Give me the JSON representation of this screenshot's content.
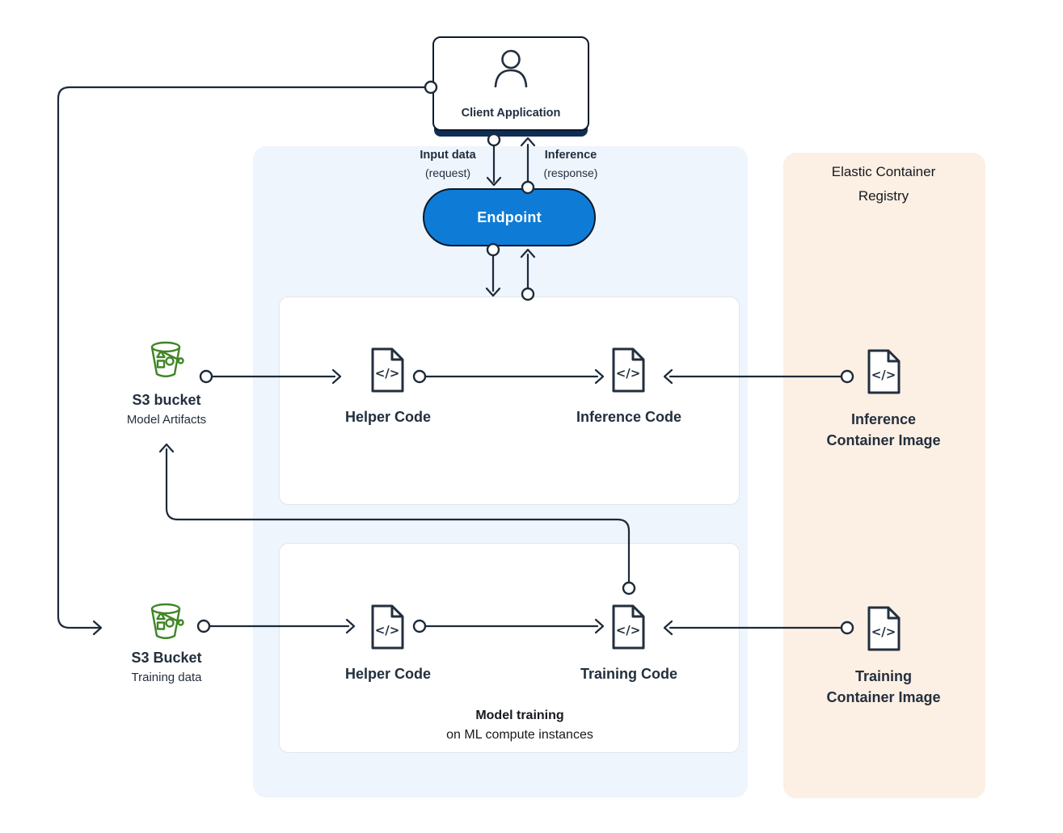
{
  "colors": {
    "ink": "#232f3e",
    "endpoint-blue": "#0e7cd6",
    "endpoint-border": "#0b1929",
    "client-shadow": "#0f2e55",
    "green": "#3f8624",
    "panel-blue": "#eff5fd",
    "panel-orange": "#fcefe3",
    "white-box-border": "#e2e6ea",
    "text-dark": "#16191f"
  },
  "client_app": {
    "label": "Client Application"
  },
  "endpoint": {
    "label": "Endpoint"
  },
  "flows": {
    "request": {
      "title": "Input data",
      "subtitle": "(request)"
    },
    "response": {
      "title": "Inference",
      "subtitle": "(response)"
    }
  },
  "s3_model": {
    "title": "S3 bucket",
    "subtitle": "Model Artifacts"
  },
  "s3_training": {
    "title": "S3 Bucket",
    "subtitle": "Training data"
  },
  "inference_box": {
    "helper_label": "Helper Code",
    "code_label": "Inference Code"
  },
  "training_box": {
    "helper_label": "Helper Code",
    "code_label": "Training Code",
    "caption_title": "Model training",
    "caption_subtitle": "on ML compute instances"
  },
  "ecr": {
    "title_line1": "Elastic Container",
    "title_line2": "Registry",
    "inference_image_line1": "Inference",
    "inference_image_line2": "Container Image",
    "training_image_line1": "Training",
    "training_image_line2": "Container Image"
  },
  "icons": {
    "code_glyph": "</>"
  }
}
